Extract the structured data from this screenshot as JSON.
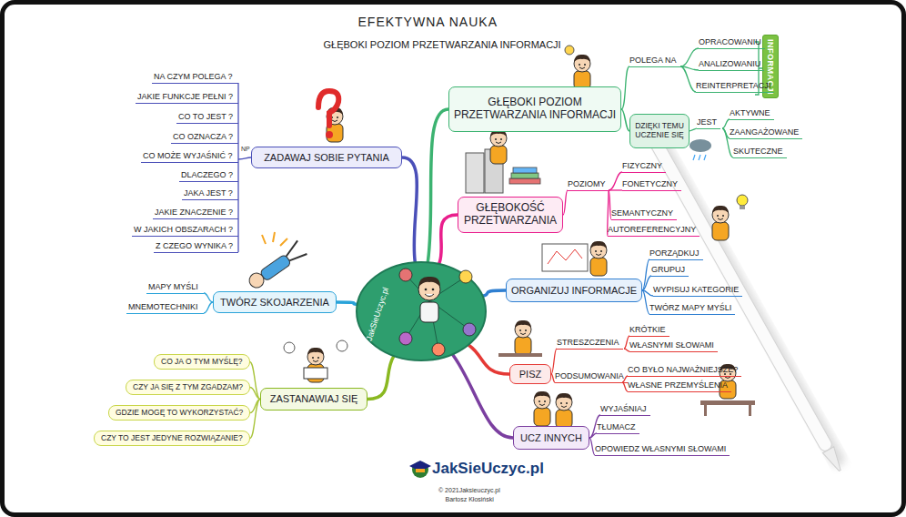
{
  "diagram": {
    "title": "EFEKTYWNA NAUKA",
    "nodes": [
      {
        "text": [
          "JakSieUczyc.pl"
        ]
      },
      {
        "text": [
          "GŁĘBOKI POZIOM PRZETWARZANIA INFORMACJI"
        ]
      },
      {
        "text": [
          "INFORMACJI"
        ]
      },
      {
        "text": [
          "DZIĘKI TEMU UCZENIE SIĘ"
        ]
      },
      {
        "text": [
          "ZADAWAJ SOBIE PYTANIA"
        ]
      },
      {
        "text": [
          "GŁĘBOKOŚĆ PRZETWARZANIA"
        ]
      },
      {
        "text": [
          "TWÓRZ SKOJARZENIA"
        ]
      },
      {
        "text": [
          "ORGANIZUJ INFORMACJE"
        ]
      },
      {
        "text": [
          "PISZ"
        ]
      },
      {
        "text": [
          "ZASTANAWIAJ SIĘ"
        ]
      },
      {
        "text": [
          "CO JA O TYM MYŚLĘ?"
        ]
      },
      {
        "text": [
          "CZY JA SIĘ Z TYM ZGADZAM?"
        ]
      },
      {
        "text": [
          "GDZIE MOGĘ TO WYKORZYSTAĆ?"
        ]
      },
      {
        "text": [
          "CZY TO JEST JEDYNE ROZWIĄZANIE?"
        ]
      },
      {
        "text": [
          "UCZ INNYCH"
        ]
      }
    ],
    "edges": [
      {
        "from": 0,
        "to": 1,
        "arrow": "none"
      },
      {
        "from": 0,
        "to": 4,
        "arrow": "none"
      },
      {
        "from": 0,
        "to": 5,
        "arrow": "none"
      },
      {
        "from": 0,
        "to": 6,
        "arrow": "none"
      },
      {
        "from": 0,
        "to": 7,
        "arrow": "none"
      },
      {
        "from": 0,
        "to": 8,
        "arrow": "none"
      },
      {
        "from": 0,
        "to": 9,
        "arrow": "none"
      },
      {
        "from": 0,
        "to": 14,
        "arrow": "none"
      },
      {
        "from": 1,
        "to": 3,
        "arrow": "none"
      },
      {
        "from": 9,
        "to": 10,
        "arrow": "none"
      },
      {
        "from": 9,
        "to": 11,
        "arrow": "none"
      },
      {
        "from": 9,
        "to": 12,
        "arrow": "none"
      },
      {
        "from": 9,
        "to": 13,
        "arrow": "none"
      }
    ],
    "labels": [
      "GŁĘBOKI POZIOM PRZETWARZANIA INFORMACJI",
      "NA CZYM POLEGA ?",
      "JAKIE FUNKCJE PEŁNI ?",
      "CO TO JEST ?",
      "CO OZNACZA ?",
      "CO MOŻE WYJAŚNIĆ ?",
      "DLACZEGO ?",
      "JAKA JEST ?",
      "JAKIE ZNACZENIE ?",
      "W JAKICH OBSZARACH ?",
      "Z CZEGO WYNIKA ?",
      "NP",
      "MAPY MYŚLI",
      "MNEMOTECHNIKI",
      "POLEGA NA",
      "OPRACOWANIU",
      "ANALIZOWANIU",
      "REINTERPRETACJI",
      "JEST",
      "AKTYWNE",
      "ZAANGAŻOWANE",
      "SKUTECZNE",
      "POZIOMY",
      "FIZYCZNY",
      "FONETYCZNY",
      "SEMANTYCZNY",
      "AUTOREFERENCYJNY",
      "PORZĄDKUJ",
      "GRUPUJ",
      "WYPISUJ KATEGORIE",
      "TWÓRZ MAPY MYŚLI",
      "STRESZCZENIA",
      "KRÓTKIE",
      "WŁASNYMI SŁOWAMI",
      "PODSUMOWANIA",
      "CO BYŁO NAJWAŻNIEJSZE?",
      "WŁASNE PRZEMYŚLENIA",
      "WYJAŚNIAJ",
      "TŁUMACZ",
      "OPOWIEDZ WŁASNYMI SŁOWAMI",
      "JakSieUczyc.pl",
      "© 2021Jaksieuczyc.pl",
      "Bartosz Kłosiński"
    ]
  }
}
